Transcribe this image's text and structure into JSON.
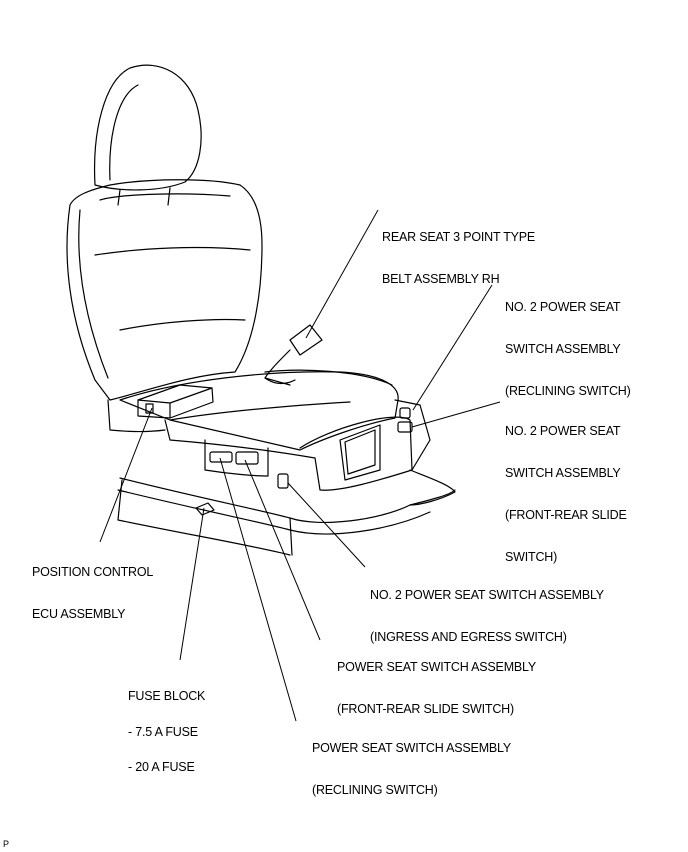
{
  "labels": {
    "rear_seat_belt": [
      "REAR SEAT 3 POINT TYPE",
      "BELT ASSEMBLY RH"
    ],
    "reclining_switch_no2": [
      "NO. 2 POWER SEAT",
      "SWITCH ASSEMBLY",
      "(RECLINING SWITCH)"
    ],
    "slide_switch_no2": [
      "NO. 2 POWER SEAT",
      "SWITCH ASSEMBLY",
      "(FRONT-REAR SLIDE",
      "SWITCH)"
    ],
    "position_control_ecu": [
      "POSITION CONTROL",
      "ECU ASSEMBLY"
    ],
    "ingress_egress_switch": [
      "NO. 2 POWER SEAT SWITCH ASSEMBLY",
      "(INGRESS AND EGRESS SWITCH)"
    ],
    "slide_switch": [
      "POWER SEAT SWITCH ASSEMBLY",
      "(FRONT-REAR SLIDE SWITCH)"
    ],
    "fuse_block": "FUSE BLOCK",
    "fuse_7_5": "- 7.5 A FUSE",
    "fuse_20": "- 20 A FUSE",
    "reclining_switch": [
      "POWER SEAT SWITCH ASSEMBLY",
      "(RECLINING SWITCH)"
    ]
  },
  "figure_code": "P"
}
